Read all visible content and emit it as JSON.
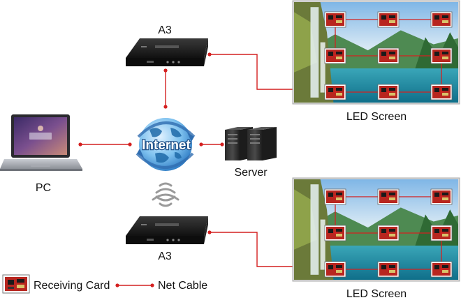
{
  "labels": {
    "device_top": "A3",
    "device_bottom": "A3",
    "screen_top": "LED Screen",
    "screen_bottom": "LED Screen",
    "pc": "PC",
    "server": "Server",
    "internet": "Internet"
  },
  "legend": {
    "receiving_card": "Receiving Card",
    "net_cable": "Net Cable"
  },
  "colors": {
    "cable": "#d42020",
    "device_body": "#1b1b1b",
    "globe": "#3a8fd0",
    "card": "#b8261f"
  },
  "icons": [
    "laptop-icon",
    "globe-icon",
    "server-icon",
    "wireless-icon",
    "receiving-card-icon",
    "player-box-icon"
  ]
}
